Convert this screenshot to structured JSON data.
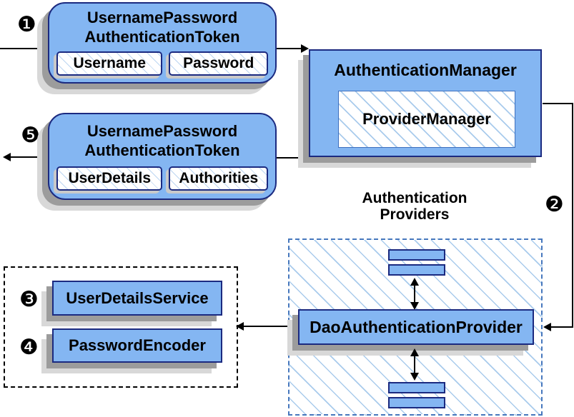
{
  "badges": {
    "step1": "❶",
    "step2": "❷",
    "step3": "❸",
    "step4": "❹",
    "step5": "❺"
  },
  "request_token": {
    "title": [
      "UsernamePassword",
      "AuthenticationToken"
    ],
    "fields": [
      "Username",
      "Password"
    ]
  },
  "response_token": {
    "title": [
      "UsernamePassword",
      "AuthenticationToken"
    ],
    "fields": [
      "UserDetails",
      "Authorities"
    ]
  },
  "authentication_manager": {
    "title": "AuthenticationManager",
    "inner": "ProviderManager"
  },
  "providers": {
    "heading": [
      "Authentication",
      "Providers"
    ],
    "main_provider": "DaoAuthenticationProvider"
  },
  "collaborators": {
    "items": [
      "UserDetailsService",
      "PasswordEncoder"
    ]
  },
  "colors": {
    "box_fill": "#84b6f2",
    "box_border": "#1b2a80",
    "hatch_line": "#a9cbec",
    "providers_dash_border": "#4677bd",
    "shadow_dark": "#9c9c9c",
    "shadow_light": "#d8d8d8",
    "connector": "#000000"
  }
}
